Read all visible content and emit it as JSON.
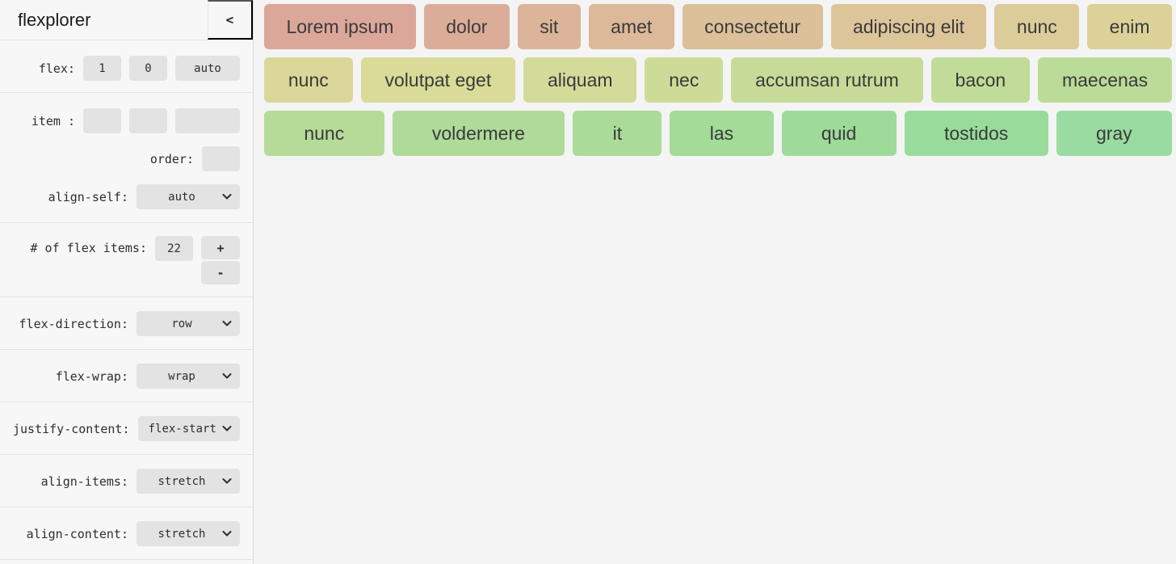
{
  "app": {
    "title": "flexplorer",
    "collapse_button": "<"
  },
  "sidebar": {
    "flex": {
      "label": "flex:",
      "grow": "1",
      "shrink": "0",
      "basis": "auto"
    },
    "item": {
      "label": "item :",
      "grow": "",
      "shrink": "",
      "basis": ""
    },
    "order": {
      "label": "order:",
      "value": ""
    },
    "align_self": {
      "label": "align-self:",
      "value": "auto"
    },
    "count": {
      "label": "# of flex items:",
      "value": "22",
      "increment_label": "+",
      "decrement_label": "-"
    },
    "selects": [
      {
        "label": "flex-direction:",
        "value": "row"
      },
      {
        "label": "flex-wrap:",
        "value": "wrap"
      },
      {
        "label": "justify-content:",
        "value": "flex-start"
      },
      {
        "label": "align-items:",
        "value": "stretch"
      },
      {
        "label": "align-content:",
        "value": "stretch"
      }
    ]
  },
  "canvas": {
    "rows": [
      [
        {
          "label": "Lorem ipsum",
          "color": "hsl(13, 48%, 73%)"
        },
        {
          "label": "dolor",
          "color": "hsl(18, 48%, 73%)"
        },
        {
          "label": "sit",
          "color": "hsl(24, 48%, 73%)"
        },
        {
          "label": "amet",
          "color": "hsl(29, 48%, 73%)"
        },
        {
          "label": "consectetur",
          "color": "hsl(35, 48%, 73%)"
        },
        {
          "label": "adipiscing elit",
          "color": "hsl(40, 48%, 73%)"
        },
        {
          "label": "nunc",
          "color": "hsl(46, 48%, 73%)"
        },
        {
          "label": "enim",
          "color": "hsl(51, 48%, 73%)"
        }
      ],
      [
        {
          "label": "nunc",
          "color": "hsl(56, 48%, 73%)"
        },
        {
          "label": "volutpat eget",
          "color": "hsl(62, 48%, 73%)"
        },
        {
          "label": "aliquam",
          "color": "hsl(67, 48%, 73%)"
        },
        {
          "label": "nec",
          "color": "hsl(73, 48%, 73%)"
        },
        {
          "label": "accumsan rutrum",
          "color": "hsl(78, 48%, 73%)"
        },
        {
          "label": "bacon",
          "color": "hsl(84, 48%, 73%)"
        },
        {
          "label": "maecenas",
          "color": "hsl(89, 48%, 73%)"
        }
      ],
      [
        {
          "label": "nunc",
          "color": "hsl(94, 48%, 73%)"
        },
        {
          "label": "voldermere",
          "color": "hsl(100, 48%, 73%)"
        },
        {
          "label": "it",
          "color": "hsl(105, 48%, 73%)"
        },
        {
          "label": "las",
          "color": "hsl(111, 48%, 73%)"
        },
        {
          "label": "quid",
          "color": "hsl(116, 48%, 73%)"
        },
        {
          "label": "tostidos",
          "color": "hsl(122, 48%, 73%)"
        },
        {
          "label": "gray",
          "color": "hsl(127, 48%, 73%)"
        }
      ]
    ]
  },
  "colors": {
    "sidebar_bg": "#f7f7f7",
    "canvas_bg": "#f4f4f4",
    "control_bg": "#e3e3e3",
    "divider": "#e3e3e3",
    "item_text": "#3a3a3a",
    "label_text": "#2e2e2e"
  }
}
